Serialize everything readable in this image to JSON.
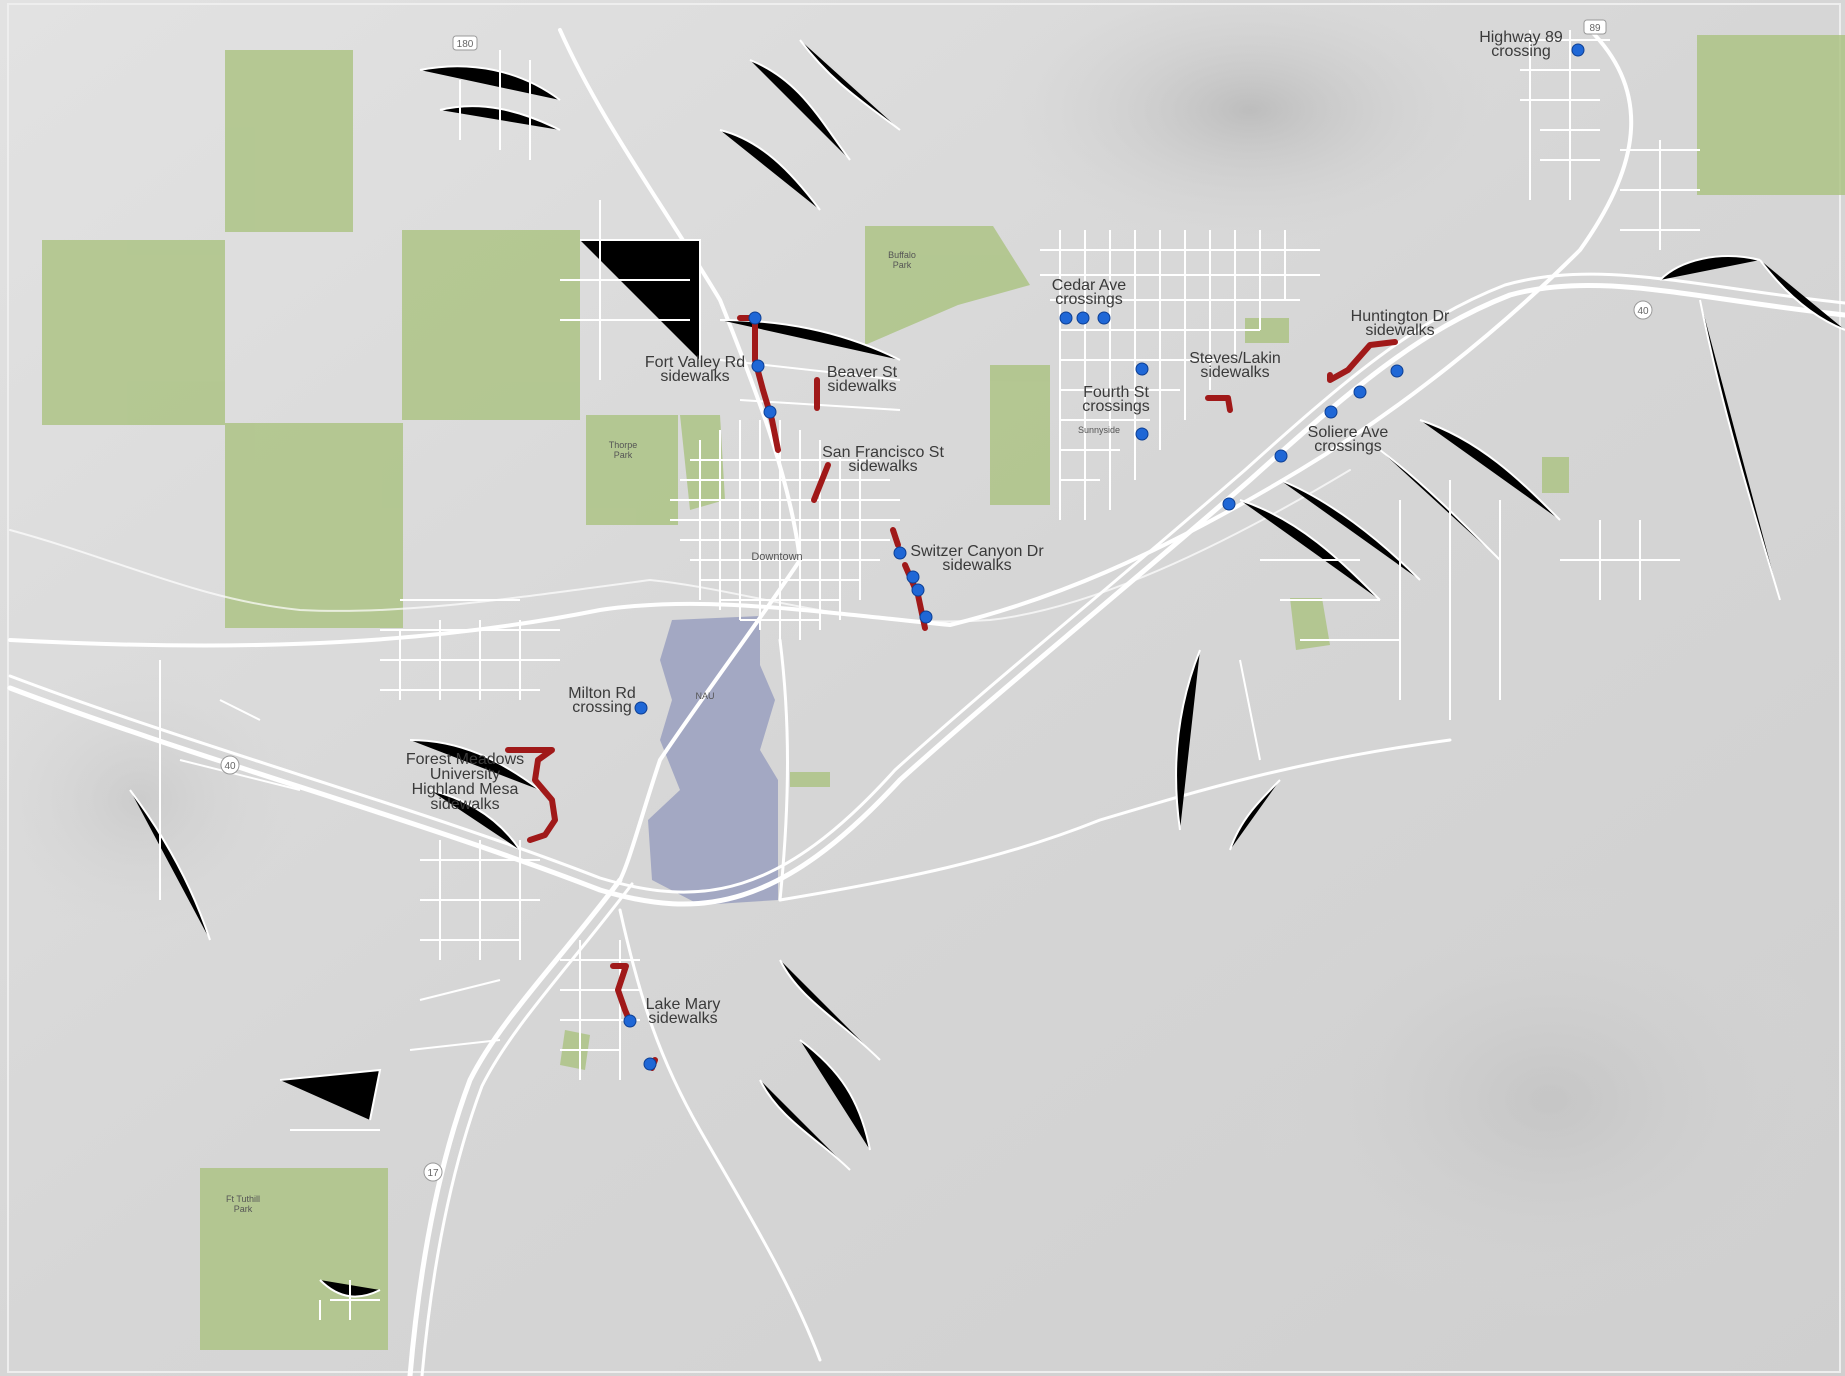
{
  "labels": {
    "highway89": [
      "Highway 89",
      "crossing"
    ],
    "cedar": [
      "Cedar Ave",
      "crossings"
    ],
    "huntington": [
      "Huntington Dr",
      "sidewalks"
    ],
    "fortvalley": [
      "Fort Valley Rd",
      "sidewalks"
    ],
    "beaver": [
      "Beaver St",
      "sidewalks"
    ],
    "steves": [
      "Steves/Lakin",
      "sidewalks"
    ],
    "fourth": [
      "Fourth St",
      "crossings"
    ],
    "sanfran": [
      "San Francisco St",
      "sidewalks"
    ],
    "soliere": [
      "Soliere Ave",
      "crossings"
    ],
    "switzer": [
      "Switzer Canyon Dr",
      "sidewalks"
    ],
    "milton": [
      "Milton Rd",
      "crossing"
    ],
    "forest": [
      "Forest Meadows",
      "University",
      "Highland Mesa",
      "sidewalks"
    ],
    "lakemary": [
      "Lake Mary",
      "sidewalks"
    ]
  },
  "places": {
    "buffalo": [
      "Buffalo",
      "Park"
    ],
    "thorpe": [
      "Thorpe",
      "Park"
    ],
    "turkey": [
      "Ft Tuthill",
      "Park"
    ],
    "downtown": "Downtown",
    "sunnyside": "Sunnyside",
    "nau": "NAU"
  },
  "shields": {
    "us180": "180",
    "us89": "89",
    "i40e": "40",
    "i40w": "40",
    "i17": "17"
  },
  "colors": {
    "background": "#d9d9d9",
    "park": "#a9c27e",
    "campus": "#9aa0c0",
    "road": "#ffffff",
    "project_segment": "#a01919",
    "crossing_point": "#1f67d6"
  }
}
